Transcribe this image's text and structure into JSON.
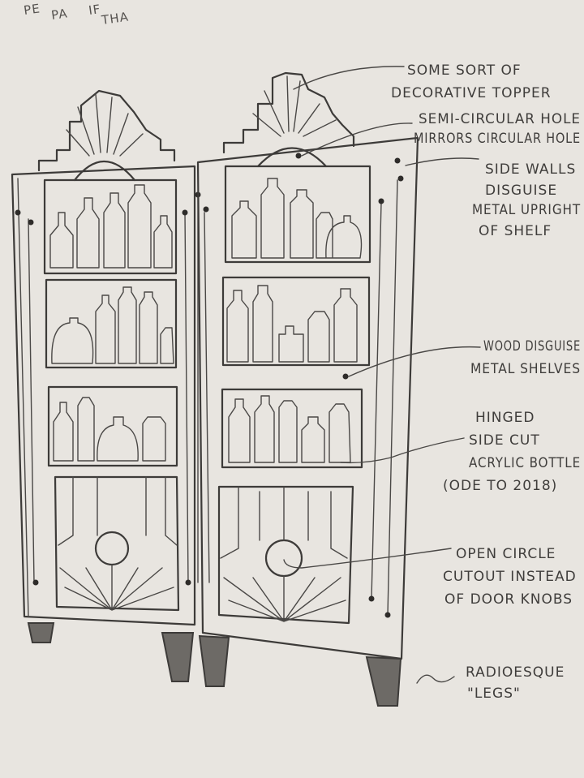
{
  "corner_text": [
    "PE",
    "PA",
    "IF",
    "THA"
  ],
  "labels": [
    {
      "id": "topper",
      "lines": [
        "SOME SORT OF",
        "DECORATIVE TOPPER"
      ]
    },
    {
      "id": "semicircle",
      "lines": [
        "SEMI-CIRCULAR HOLE",
        "MIRRORS CIRCULAR HOLE"
      ]
    },
    {
      "id": "sidewalls",
      "lines": [
        "SIDE WALLS",
        "DISGUISE",
        "METAL UPRIGHT",
        "OF SHELF"
      ]
    },
    {
      "id": "wood",
      "lines": [
        "WOOD DISGUISE",
        "METAL SHELVES"
      ]
    },
    {
      "id": "hinged",
      "lines": [
        "HINGED",
        "SIDE CUT",
        "ACRYLIC BOTTLE",
        "(ODE TO 2018)"
      ]
    },
    {
      "id": "circle",
      "lines": [
        "OPEN CIRCLE",
        "CUTOUT INSTEAD",
        "OF DOOR KNOBS"
      ]
    },
    {
      "id": "legs",
      "lines": [
        "RADIOESQUE",
        "\"LEGS\""
      ]
    }
  ]
}
